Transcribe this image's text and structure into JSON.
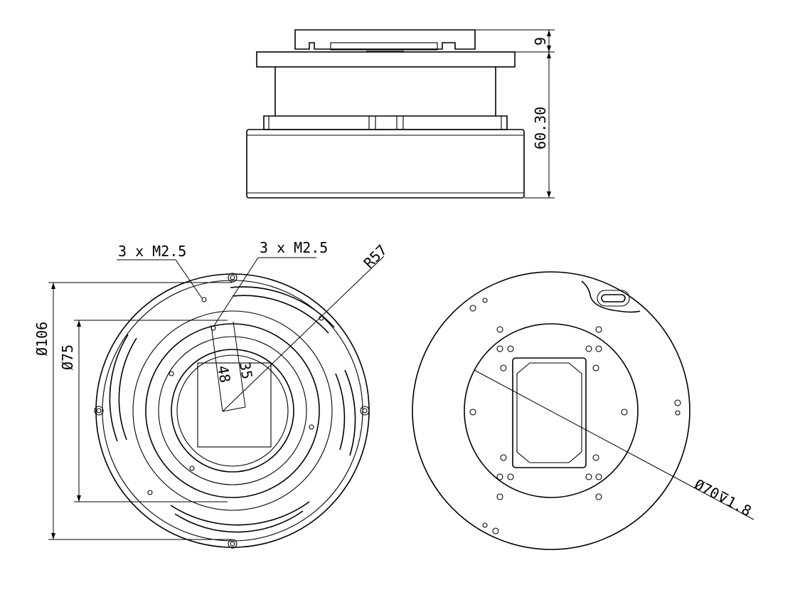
{
  "labels": {
    "height_top": "9",
    "height_total": "60.30",
    "callout_left": "3 x M2.5",
    "callout_right": "3 x M2.5",
    "radius": "R57",
    "dia_106": "Ø106",
    "dia_75": "Ø75",
    "dim_35": "35",
    "dim_48": "48",
    "dia_70": "Ø70⊽1.8"
  }
}
